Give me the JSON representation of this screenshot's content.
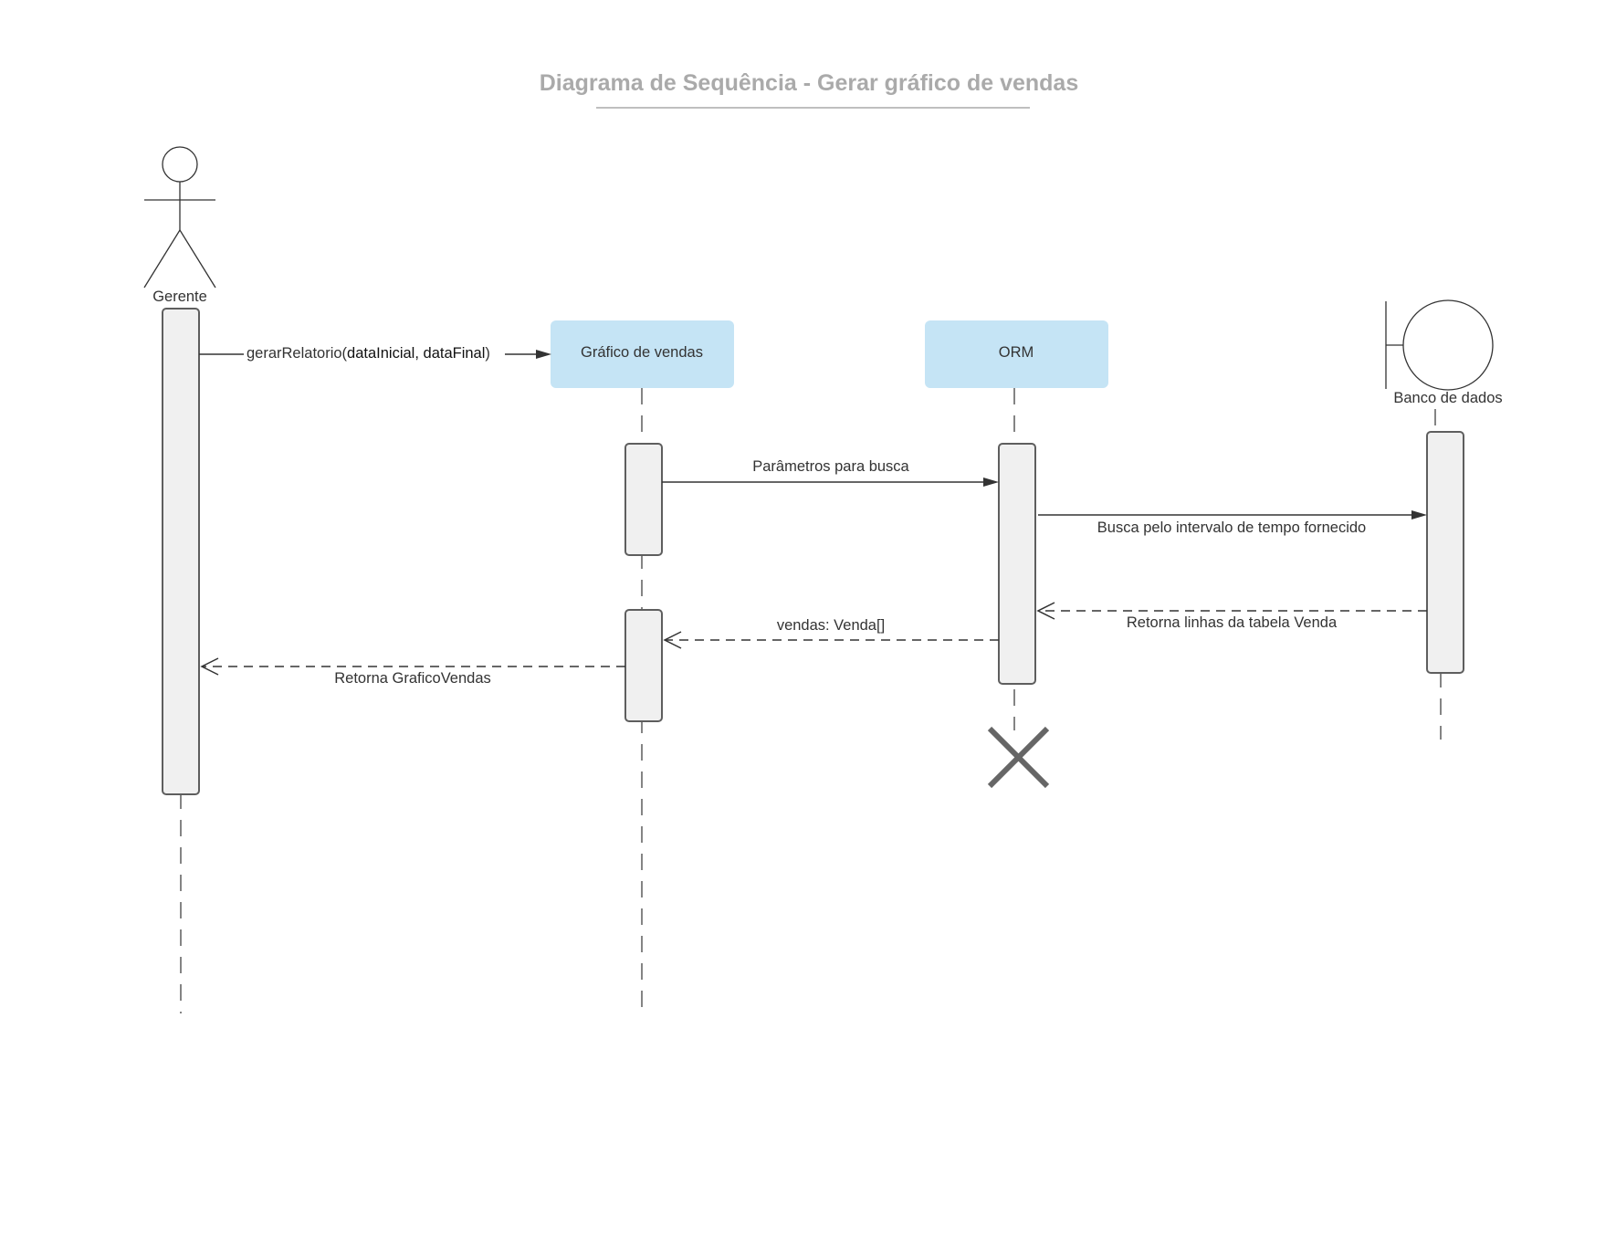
{
  "title": "Diagrama de Sequência - Gerar gráfico de vendas",
  "participants": {
    "actor": {
      "label": "Gerente",
      "kind": "actor"
    },
    "chart": {
      "label": "Gráfico de vendas",
      "kind": "object"
    },
    "orm": {
      "label": "ORM",
      "kind": "object"
    },
    "database": {
      "label": "Banco de dados",
      "kind": "boundary"
    }
  },
  "messages": [
    {
      "id": "m1",
      "from": "Gerente",
      "to": "Gráfico de vendas",
      "type": "sync",
      "method": "gerarRelatorio(",
      "params": "dataInicial, dataFinal",
      "close": ")"
    },
    {
      "id": "m2",
      "from": "Gráfico de vendas",
      "to": "ORM",
      "type": "sync",
      "label": "Parâmetros para busca"
    },
    {
      "id": "m3",
      "from": "ORM",
      "to": "Banco de dados",
      "type": "sync",
      "label": "Busca pelo intervalo de tempo fornecido"
    },
    {
      "id": "m4",
      "from": "Banco de dados",
      "to": "ORM",
      "type": "return",
      "label": "Retorna linhas da tabela Venda"
    },
    {
      "id": "m5",
      "from": "ORM",
      "to": "Gráfico de vendas",
      "type": "return",
      "label": "vendas: Venda[]"
    },
    {
      "id": "m6",
      "from": "Gráfico de vendas",
      "to": "Gerente",
      "type": "return",
      "label": "Retorna GraficoVendas"
    }
  ],
  "destroyed": "ORM",
  "colors": {
    "object_fill": "#c5e4f5",
    "activation_fill": "#f0f0f0",
    "destroy_mark": "#666666",
    "title": "#aaaaaa"
  }
}
